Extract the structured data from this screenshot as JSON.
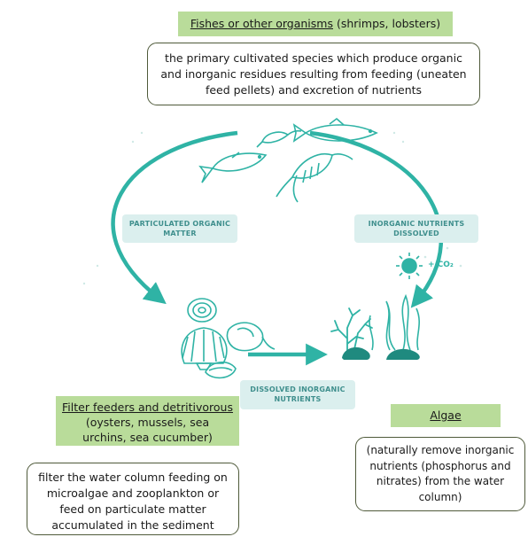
{
  "fish": {
    "title_underlined": "Fishes or other organisms",
    "title_rest": " (shrimps, lobsters)",
    "description": "the primary cultivated species which produce organic and inorganic residues resulting from feeding (uneaten feed pellets) and excretion of nutrients"
  },
  "filter": {
    "title_underlined": "Filter feeders and detritivorous",
    "subtitle": "(oysters, mussels, sea urchins, sea cucumber)",
    "description": "filter the water column feeding on microalgae and zooplankton or feed on particulate matter accumulated in the sediment"
  },
  "algae": {
    "title_underlined": "Algae",
    "description": "(naturally remove inorganic nutrients (phosphorus and nitrates) from the water column)"
  },
  "labels": {
    "particulated": "PARTICULATED ORGANIC MATTER",
    "inorganic_dissolved": "INORGANIC NUTRIENTS DISSOLVED",
    "dissolved_inorganic": "DISSOLVED INORGANIC NUTRIENTS",
    "co2": "+ CO₂"
  },
  "colors": {
    "teal": "#2fb3a5",
    "label_bg": "#dbefee",
    "green_tag": "#b9dc9a",
    "dark_teal": "#1f8a7f"
  },
  "icons": [
    "fish-icon",
    "shrimp-icon",
    "lobster-icon",
    "shell-icon",
    "sun-icon",
    "seaweed-icon",
    "coral-icon",
    "arrow-icon"
  ]
}
